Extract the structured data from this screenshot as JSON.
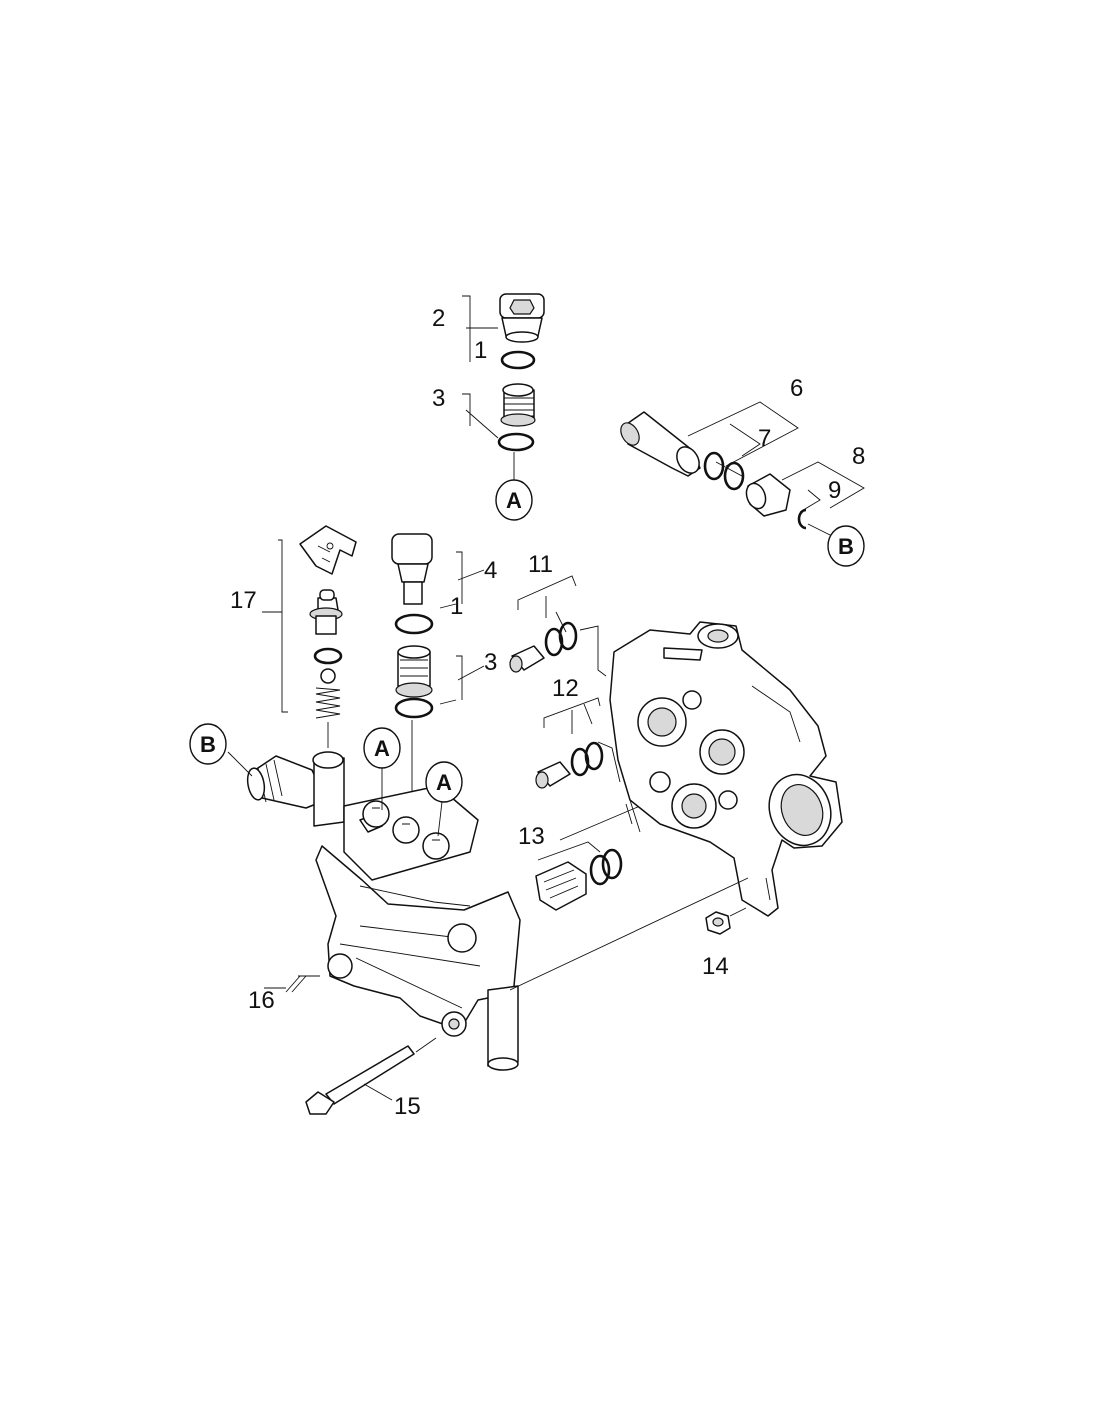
{
  "callouts": {
    "n1": "1",
    "n2": "2",
    "n3": "3",
    "n4": "4",
    "n5": "1",
    "n6": "3",
    "n7": "6",
    "n8": "7",
    "n9": "8",
    "n10": "9",
    "n11": "11",
    "n12": "12",
    "n13": "13",
    "n14": "14",
    "n15": "15",
    "n16": "16",
    "n17": "17"
  },
  "references": {
    "a_top": "A",
    "a_left": "A",
    "a_right": "A",
    "b_right": "B",
    "b_left": "B"
  },
  "colors": {
    "ink": "#111111",
    "paper": "#ffffff"
  }
}
